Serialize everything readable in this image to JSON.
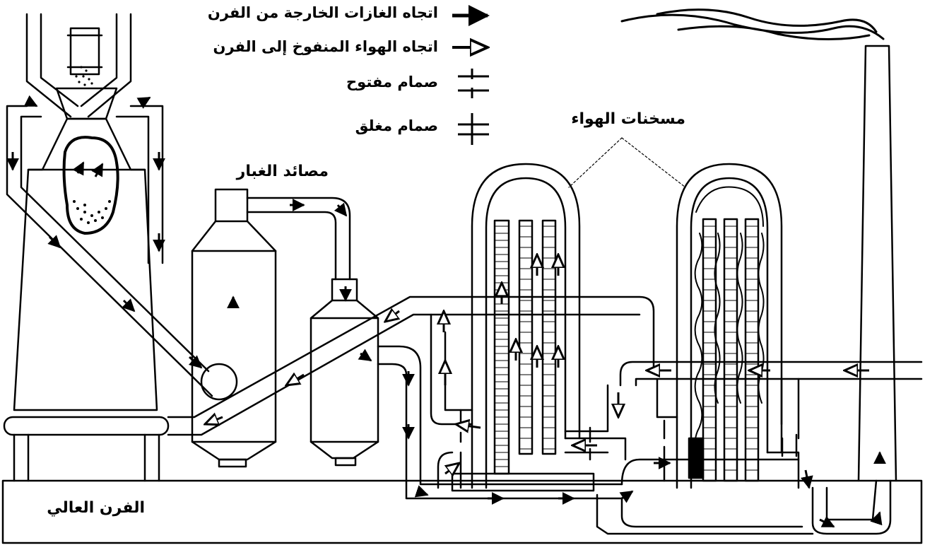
{
  "legend": {
    "gas_out": "اتجاه الغازات الخارجة من الفرن",
    "air_in": "اتجاه الهواء المنفوخ إلى الفرن",
    "valve_open": "صمام مفتوح",
    "valve_closed": "صمام مغلق"
  },
  "labels": {
    "blast_furnace": "الفرن العالي",
    "dust_catchers": "مصائد الغبار",
    "air_heaters": "مسخنات الهواء"
  },
  "colors": {
    "ink": "#000000",
    "paper": "#ffffff"
  }
}
